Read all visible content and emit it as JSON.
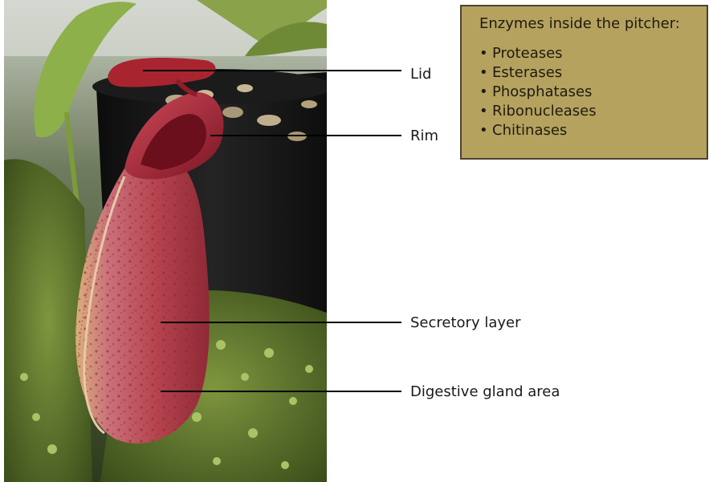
{
  "labels": {
    "lid": "Lid",
    "rim": "Rim",
    "secretory": "Secretory layer",
    "digestive": "Digestive gland area"
  },
  "enzymes": {
    "title": "Enzymes inside the pitcher:",
    "bullet": "•",
    "items": [
      "Proteases",
      "Esterases",
      "Phosphatases",
      "Ribonucleases",
      "Chitinases"
    ]
  },
  "colors": {
    "box_fill": "#b5a25f",
    "box_border": "#4a4230",
    "pitcher_red": "#b0303a",
    "moss_green": "#5d7a2a",
    "pot_black": "#151515"
  }
}
